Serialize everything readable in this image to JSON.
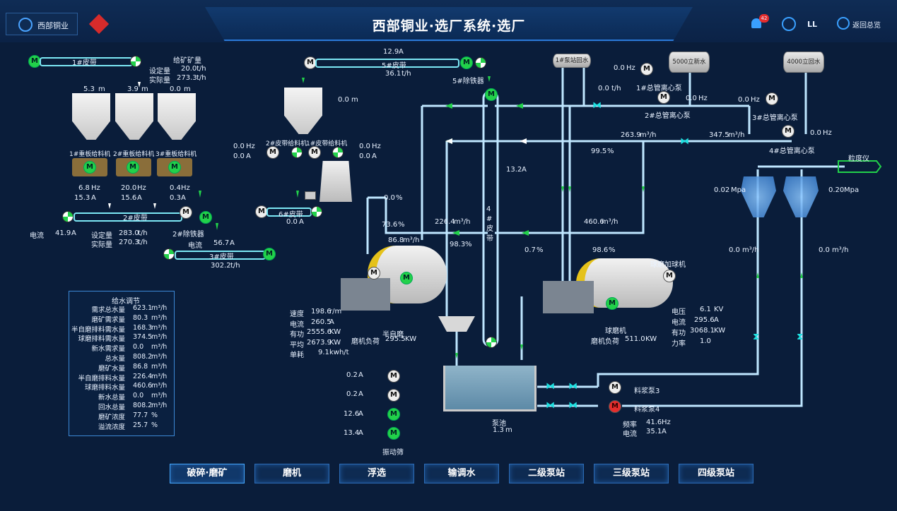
{
  "header": {
    "company": "西部铜业",
    "title": "西部铜业·选厂系统·选厂",
    "alert_count": "42",
    "user": "LL",
    "back_label": "返回总览"
  },
  "bottom_tabs": [
    "破碎·磨矿",
    "磨机",
    "浮选",
    "输调水",
    "二级泵站",
    "三级泵站",
    "四级泵站"
  ],
  "belt1": {
    "label": "1#皮带"
  },
  "ore_feed": {
    "title": "给矿矿量",
    "set_label": "设定量",
    "set_value": "20.0",
    "set_unit": "t/h",
    "actual_label": "实际量",
    "actual_value": "273.3",
    "actual_unit": "t/h"
  },
  "silo_levels": [
    "5.3",
    "3.9",
    "0.0"
  ],
  "m_unit": "m",
  "feeders": [
    "1#重板给料机",
    "2#重板给料机",
    "3#重板给料机"
  ],
  "feeder_readings": [
    {
      "hz": "6.8",
      "a": "15.3"
    },
    {
      "hz": "20.0",
      "a": "15.6"
    },
    {
      "hz": "0.4",
      "a": "0.3"
    }
  ],
  "hz_unit": "Hz",
  "a_unit": "A",
  "belt2": {
    "label": "2#皮带",
    "current_label": "电流",
    "current_value": "41.9",
    "current_unit": "A",
    "set_label": "设定量",
    "set_value": "283.0",
    "set_unit": "t/h",
    "actual_label": "实际量",
    "actual_value": "270.3",
    "actual_unit": "t/h"
  },
  "iron_remover2": {
    "label": "2#除铁器",
    "current_label": "电流",
    "current_value": "56.7",
    "current_unit": "A"
  },
  "belt3": {
    "label": "3#皮带",
    "value": "302.2",
    "unit": "t/h"
  },
  "belt5": {
    "current": "12.9",
    "current_unit": "A",
    "label": "5#皮带",
    "flow": "36.1",
    "flow_unit": "t/h",
    "iron_remover": "5#除铁器"
  },
  "silo_mid": {
    "level": "0.0",
    "unit": "m"
  },
  "belt_feeder2": {
    "label": "2#皮带给料机",
    "hz": "0.0",
    "a": "0.0"
  },
  "belt_feeder1": {
    "label": "1#皮带给料机",
    "hz": "0.0",
    "a": "0.0"
  },
  "belt6": {
    "label": "6#皮带",
    "current": "0.0",
    "unit": "A"
  },
  "belt4": {
    "label": "4#皮带",
    "current": "13.2",
    "unit": "A"
  },
  "water_panel": {
    "title": "给水调节",
    "rows": [
      {
        "label": "需求总水量",
        "value": "623.1",
        "unit": "m³/h"
      },
      {
        "label": "磨矿需求量",
        "value": "80.3",
        "unit": "m³/h"
      },
      {
        "label": "半自磨排料需水量",
        "value": "168.3",
        "unit": "m³/h"
      },
      {
        "label": "球磨排料需水量",
        "value": "374.5",
        "unit": "m³/h"
      },
      {
        "label": "新水需求量",
        "value": "0.0",
        "unit": "m³/h"
      },
      {
        "label": "总水量",
        "value": "808.2",
        "unit": "m³/h"
      },
      {
        "label": "磨矿水量",
        "value": "86.8",
        "unit": "m³/h"
      },
      {
        "label": "半自磨排料水量",
        "value": "226.4",
        "unit": "m³/h"
      },
      {
        "label": "球磨排料水量",
        "value": "460.6",
        "unit": "m³/h"
      },
      {
        "label": "新水总量",
        "value": "0.0",
        "unit": "m³/h"
      },
      {
        "label": "回水总量",
        "value": "808.2",
        "unit": "m³/h"
      },
      {
        "label": "磨矿浓度",
        "value": "77.7",
        "unit": "%"
      },
      {
        "label": "溢流浓度",
        "value": "25.7",
        "unit": "%"
      }
    ]
  },
  "valves": {
    "v1": "0.0",
    "v2": "73.6",
    "v3": "98.3",
    "v4": "0.7",
    "v5": "98.6",
    "v6": "99.5",
    "pct": "%",
    "flow_semi": "86.8",
    "flow_2264": "226.4",
    "flow_4606": "460.6",
    "flow_2639": "263.9",
    "flow_3475": "347.5",
    "flow_unit": "m³/h"
  },
  "sag_mill": {
    "speed_label": "速度",
    "speed": "198.6",
    "speed_unit": "r/m",
    "current_label": "电流",
    "current": "260.5",
    "current_unit": "A",
    "power_label": "有功",
    "power": "2555.6",
    "power_unit": "KW",
    "avg_label": "平均",
    "avg": "2673.9",
    "avg_unit": "KW",
    "cons_label": "单耗",
    "cons": "9.1",
    "cons_unit": "kwh/t",
    "load_label": "磨机负荷",
    "name": "半自磨",
    "load": "295.5",
    "load_unit": "KW"
  },
  "ball_mill": {
    "feeder": "球磨加球机",
    "name": "球磨机",
    "load_label": "磨机负荷",
    "load": "511.0",
    "load_unit": "KW",
    "volt_label": "电压",
    "volt": "6.1",
    "volt_unit": "KV",
    "current_label": "电流",
    "current": "295.6",
    "current_unit": "A",
    "power_label": "有功",
    "power": "3068.1",
    "power_unit": "KW",
    "pf_label": "力率",
    "pf": "1.0"
  },
  "pumps_top": {
    "pump_station": "1#泵站回水",
    "tank5000": "5000立新水",
    "tank4000": "4000立回水",
    "p1": {
      "label": "1#总管离心泵",
      "hz": "0.0",
      "flow": "0.0",
      "flow_unit": "t/h"
    },
    "p2": {
      "label": "2#总管离心泵",
      "hz": "0.0"
    },
    "p3": {
      "label": "3#总管离心泵",
      "hz": "0.0"
    },
    "p4": {
      "label": "4#总管离心泵",
      "hz": "0.0"
    }
  },
  "granularity": "粒度仪",
  "cyclones": {
    "p1": "0.02",
    "p2": "0.20",
    "unit": "Mpa",
    "f1": "0.0",
    "f2": "0.0",
    "funit": "m³/h"
  },
  "screens": {
    "currents": [
      "0.2",
      "0.2",
      "12.6",
      "13.4"
    ],
    "unit": "A",
    "label": "振动筛"
  },
  "pump_pool": {
    "label": "泵池",
    "level": "1.3",
    "unit": "m"
  },
  "slurry": {
    "p3": "料浆泵3",
    "p4": "料浆泵4",
    "freq_label": "频率",
    "freq": "41.6",
    "freq_unit": "Hz",
    "current_label": "电流",
    "current": "35.1",
    "current_unit": "A"
  },
  "motor_letter": "M"
}
